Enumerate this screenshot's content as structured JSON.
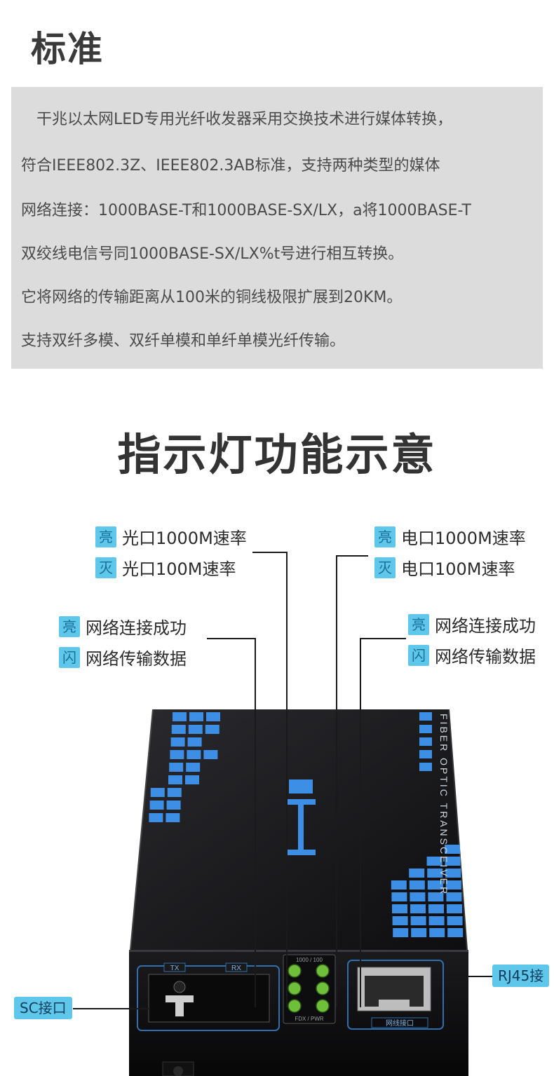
{
  "standard": {
    "title": "标准",
    "lines": [
      "　干兆以太网LED专用光纤收发器采用交换技术进行媒体转换，",
      "符合IEEE802.3Z、IEEE802.3AB标准，支持两种类型的媒体",
      "网络连接：1000BASE-T和1000BASE-SX/LX，a将1000BASE-T",
      "双绞线电信号同1000BASE-SX/LX%t号进行相互转换。",
      "它将网络的传输距离从100米的铜线极限扩展到20KM。",
      "支持双纤多模、双纤单模和单纤单模光纤传输。"
    ]
  },
  "indicator": {
    "title": "指示灯功能示意",
    "labels": {
      "fiber_on": {
        "badge": "亮",
        "text": "光口1000M速率"
      },
      "fiber_off": {
        "badge": "灭",
        "text": "光口100M速率"
      },
      "elec_on": {
        "badge": "亮",
        "text": "电口1000M速率"
      },
      "elec_off": {
        "badge": "灭",
        "text": "电口100M速率"
      },
      "left_link": {
        "badge": "亮",
        "text": "网络连接成功"
      },
      "left_data": {
        "badge": "闪",
        "text": "网络传输数据"
      },
      "right_link": {
        "badge": "亮",
        "text": "网络连接成功"
      },
      "right_data": {
        "badge": "闪",
        "text": "网络传输数据"
      }
    },
    "ports": {
      "sc": "SC接口",
      "rj45": "RJ45接"
    }
  },
  "device": {
    "vertical_text": "FIBER OPTIC TRANSCEIVER",
    "sc_tx": "TX",
    "sc_rx": "RX",
    "led_top": "1000 / 100",
    "led_bottom": "FDX / PWR",
    "rj45_caption": "网线接口",
    "led_color": "#6fbf3a",
    "tile_color": "#3d8fe6"
  }
}
